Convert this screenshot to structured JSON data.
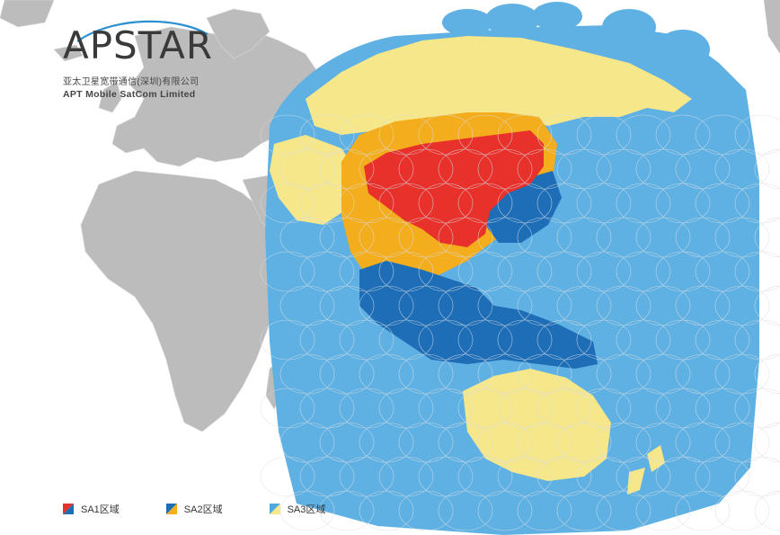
{
  "logo": {
    "name": "APSTAR",
    "subtitle_cn": "亚太卫星宽带通信(深圳)有限公司",
    "subtitle_en": "APT Mobile SatCom Limited"
  },
  "legend": [
    {
      "label": "SA1区域",
      "color_a": "#e8312a",
      "color_b": "#1e6eb7"
    },
    {
      "label": "SA2区域",
      "color_a": "#1e6eb7",
      "color_b": "#f4ad1c"
    },
    {
      "label": "SA3区域",
      "color_a": "#4ea8dd",
      "color_b": "#f6e78a"
    }
  ],
  "colors": {
    "land": "#bcbcbc",
    "ocean_coverage": "#5fb1e3",
    "sa1_red": "#e8312a",
    "sa1_blue": "#1e6eb7",
    "sa2_orange": "#f4ad1c",
    "sa3_yellow": "#f6e78a",
    "spot_outline": "#d8dde3"
  }
}
